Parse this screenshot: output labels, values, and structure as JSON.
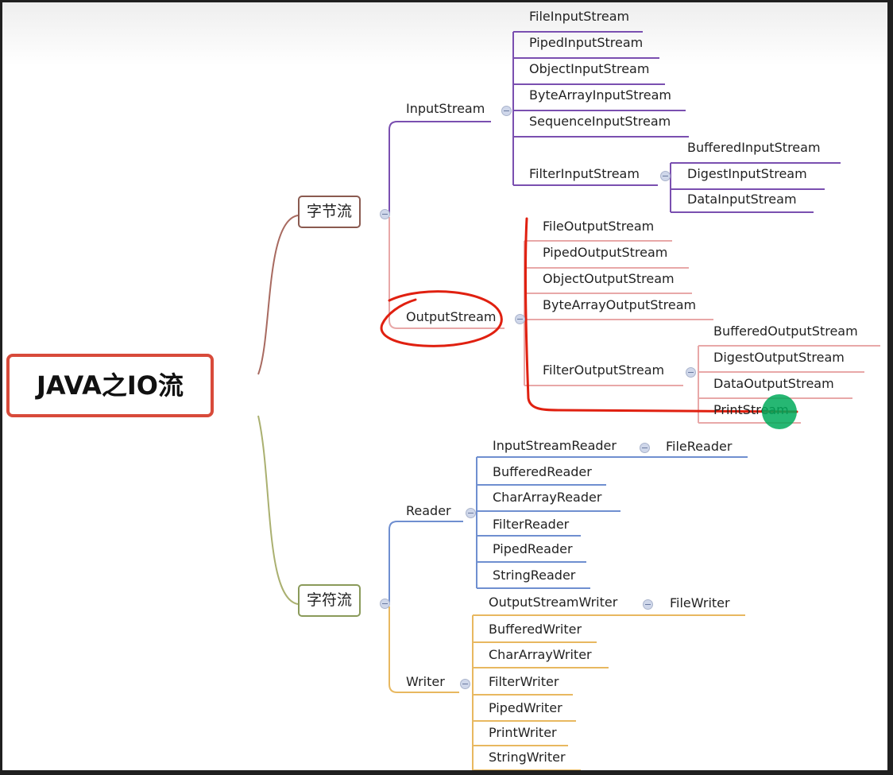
{
  "root": "JAVA之IO流",
  "byte_stream": {
    "label": "字节流",
    "input": {
      "label": "InputStream",
      "children": [
        "FileInputStream",
        "PipedInputStream",
        "ObjectInputStream",
        "ByteArrayInputStream",
        "SequenceInputStream"
      ],
      "filter": {
        "label": "FilterInputStream",
        "children": [
          "BufferedInputStream",
          "DigestInputStream",
          "DataInputStream"
        ]
      }
    },
    "output": {
      "label": "OutputStream",
      "children": [
        "FileOutputStream",
        "PipedOutputStream",
        "ObjectOutputStream",
        "ByteArrayOutputStream"
      ],
      "filter": {
        "label": "FilterOutputStream",
        "children": [
          "BufferedOutputStream",
          "DigestOutputStream",
          "DataOutputStream",
          "PrintStream"
        ]
      }
    }
  },
  "char_stream": {
    "label": "字符流",
    "reader": {
      "label": "Reader",
      "isr": {
        "label": "InputStreamReader",
        "child": "FileReader"
      },
      "children": [
        "BufferedReader",
        "CharArrayReader",
        "FilterReader",
        "PipedReader",
        "StringReader"
      ]
    },
    "writer": {
      "label": "Writer",
      "osw": {
        "label": "OutputStreamWriter",
        "child": "FileWriter"
      },
      "children": [
        "BufferedWriter",
        "CharArrayWriter",
        "FilterWriter",
        "PipedWriter",
        "PrintWriter",
        "StringWriter"
      ]
    }
  },
  "colors": {
    "input_branch": "#7a4fb0",
    "output_branch": "#e8a8a8",
    "reader_branch": "#6f8fd0",
    "writer_branch": "#e8b860",
    "annotation": "#e02010",
    "highlight_dot": "#00aa5a"
  }
}
